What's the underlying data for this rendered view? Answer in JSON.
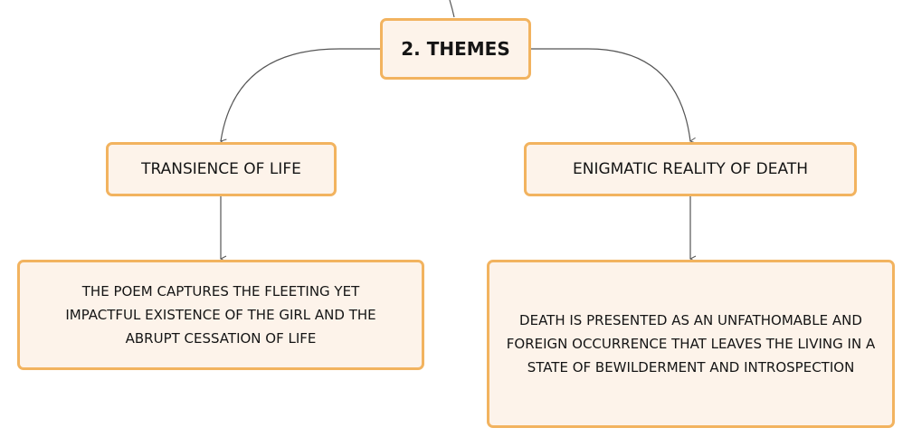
{
  "diagram": {
    "root": {
      "label": "2. THEMES"
    },
    "branches": [
      {
        "label": "TRANSIENCE OF LIFE",
        "detail": "THE POEM CAPTURES THE FLEETING YET IMPACTFUL EXISTENCE OF THE GIRL AND THE ABRUPT CESSATION OF LIFE"
      },
      {
        "label": "ENIGMATIC REALITY OF DEATH",
        "detail": "DEATH IS PRESENTED AS AN UNFATHOMABLE AND FOREIGN OCCURRENCE THAT LEAVES THE LIVING IN A STATE OF BEWILDERMENT AND INTROSPECTION"
      }
    ]
  },
  "colors": {
    "node_fill": "#fdf3ea",
    "node_border": "#f2b35f",
    "connector": "#555555",
    "text": "#151515"
  }
}
